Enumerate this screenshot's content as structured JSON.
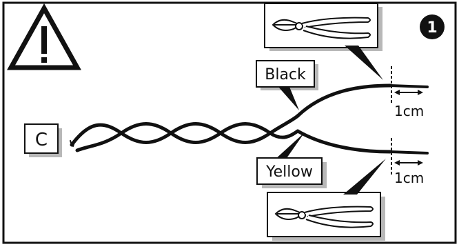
{
  "step": {
    "number": "1"
  },
  "labels": {
    "connector": "C",
    "wire_top": "Black",
    "wire_bottom": "Yellow",
    "strip_top": "1cm",
    "strip_bottom": "1cm"
  },
  "icons": {
    "warning": "warning-triangle-icon",
    "tool": "wire-cutter-icon"
  },
  "colors": {
    "ink": "#111111",
    "shadow": "#b8b8b8",
    "background": "#ffffff"
  }
}
